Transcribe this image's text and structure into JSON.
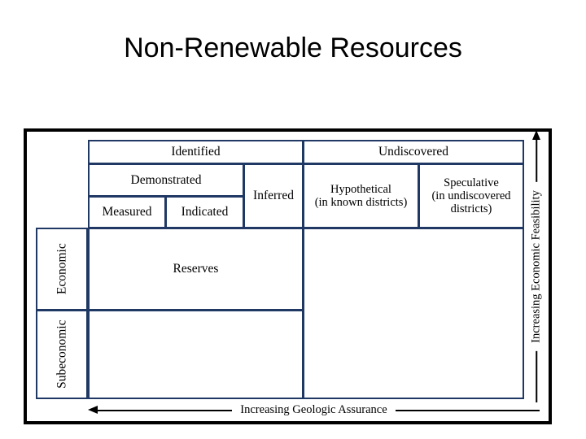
{
  "slide": {
    "title": "Non-Renewable Resources",
    "background_color": "#ffffff"
  },
  "diagram": {
    "name": "McKelvey resource classification box",
    "frame_color": "#000000",
    "grid_line_color": "#1f3864",
    "columns": {
      "identified": {
        "label": "Identified",
        "subcolumns": {
          "demonstrated": {
            "label": "Demonstrated",
            "subcolumns": {
              "measured": {
                "label": "Measured"
              },
              "indicated": {
                "label": "Indicated"
              }
            }
          },
          "inferred": {
            "label": "Inferred"
          }
        }
      },
      "undiscovered": {
        "label": "Undiscovered",
        "subcolumns": {
          "hypothetical": {
            "label": "Hypothetical\n(in known districts)",
            "line1": "Hypothetical",
            "line2": "(in known districts)"
          },
          "speculative": {
            "label": "Speculative\n(in undiscovered districts)",
            "line1": "Speculative",
            "line2": "(in undiscovered",
            "line3": "districts)"
          }
        }
      }
    },
    "rows": {
      "economic": {
        "label": "Economic"
      },
      "subeconomic": {
        "label": "Subeconomic"
      }
    },
    "cells": {
      "reserves": {
        "label": "Reserves"
      },
      "economic_right": {
        "label": ""
      },
      "subeconomic_body": {
        "label": ""
      }
    },
    "axes": {
      "horizontal": {
        "label": "Increasing Geologic Assurance",
        "direction": "left",
        "arrow_icon": "arrow-left-icon"
      },
      "vertical": {
        "label": "Increasing Economic Feasibility",
        "direction": "up",
        "arrow_icon": "arrow-up-icon"
      }
    }
  }
}
